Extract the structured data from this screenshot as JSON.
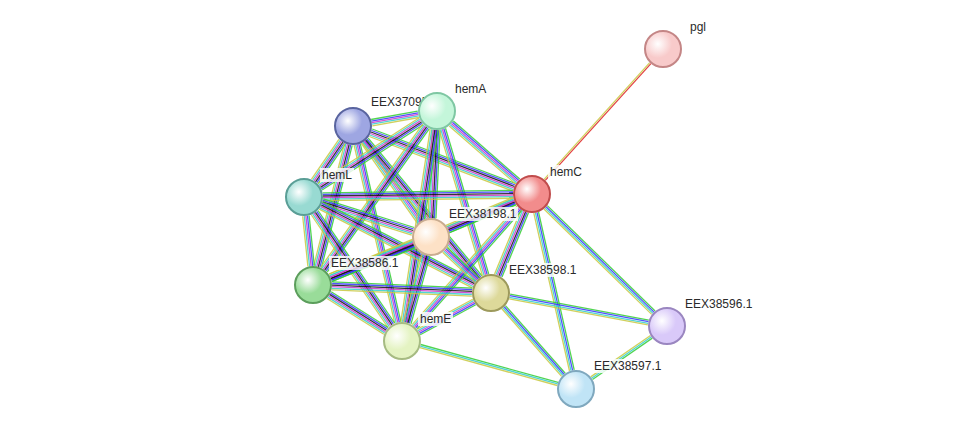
{
  "diagram": {
    "nodes": [
      {
        "text": [
          "pgl"
        ]
      },
      {
        "text": [
          "EEX37095.1"
        ]
      },
      {
        "text": [
          "hemA"
        ]
      },
      {
        "text": [
          "hemL"
        ]
      },
      {
        "text": [
          "hemC"
        ]
      },
      {
        "text": [
          "EEX38198.1"
        ]
      },
      {
        "text": [
          "EEX38586.1"
        ]
      },
      {
        "text": [
          "EEX38598.1"
        ]
      },
      {
        "text": [
          "hemE"
        ]
      },
      {
        "text": [
          "EEX38596.1"
        ]
      },
      {
        "text": [
          "EEX38597.1"
        ]
      }
    ],
    "edges": [
      {
        "from": 0,
        "to": 4,
        "arrow": "none"
      },
      {
        "from": 1,
        "to": 2,
        "arrow": "none"
      },
      {
        "from": 1,
        "to": 3,
        "arrow": "none"
      },
      {
        "from": 1,
        "to": 4,
        "arrow": "none"
      },
      {
        "from": 1,
        "to": 5,
        "arrow": "none"
      },
      {
        "from": 1,
        "to": 6,
        "arrow": "none"
      },
      {
        "from": 1,
        "to": 7,
        "arrow": "none"
      },
      {
        "from": 1,
        "to": 8,
        "arrow": "none"
      },
      {
        "from": 2,
        "to": 3,
        "arrow": "none"
      },
      {
        "from": 2,
        "to": 4,
        "arrow": "none"
      },
      {
        "from": 2,
        "to": 5,
        "arrow": "none"
      },
      {
        "from": 2,
        "to": 6,
        "arrow": "none"
      },
      {
        "from": 2,
        "to": 7,
        "arrow": "none"
      },
      {
        "from": 2,
        "to": 8,
        "arrow": "none"
      },
      {
        "from": 3,
        "to": 4,
        "arrow": "none"
      },
      {
        "from": 3,
        "to": 5,
        "arrow": "none"
      },
      {
        "from": 3,
        "to": 6,
        "arrow": "none"
      },
      {
        "from": 3,
        "to": 7,
        "arrow": "none"
      },
      {
        "from": 3,
        "to": 8,
        "arrow": "none"
      },
      {
        "from": 4,
        "to": 5,
        "arrow": "none"
      },
      {
        "from": 4,
        "to": 6,
        "arrow": "none"
      },
      {
        "from": 4,
        "to": 7,
        "arrow": "none"
      },
      {
        "from": 4,
        "to": 8,
        "arrow": "none"
      },
      {
        "from": 4,
        "to": 9,
        "arrow": "none"
      },
      {
        "from": 4,
        "to": 10,
        "arrow": "none"
      },
      {
        "from": 5,
        "to": 6,
        "arrow": "none"
      },
      {
        "from": 5,
        "to": 7,
        "arrow": "none"
      },
      {
        "from": 5,
        "to": 8,
        "arrow": "none"
      },
      {
        "from": 6,
        "to": 7,
        "arrow": "none"
      },
      {
        "from": 6,
        "to": 8,
        "arrow": "none"
      },
      {
        "from": 7,
        "to": 8,
        "arrow": "none"
      },
      {
        "from": 7,
        "to": 9,
        "arrow": "none"
      },
      {
        "from": 7,
        "to": 10,
        "arrow": "none"
      },
      {
        "from": 8,
        "to": 10,
        "arrow": "none"
      },
      {
        "from": 9,
        "to": 10,
        "arrow": "none"
      }
    ]
  }
}
